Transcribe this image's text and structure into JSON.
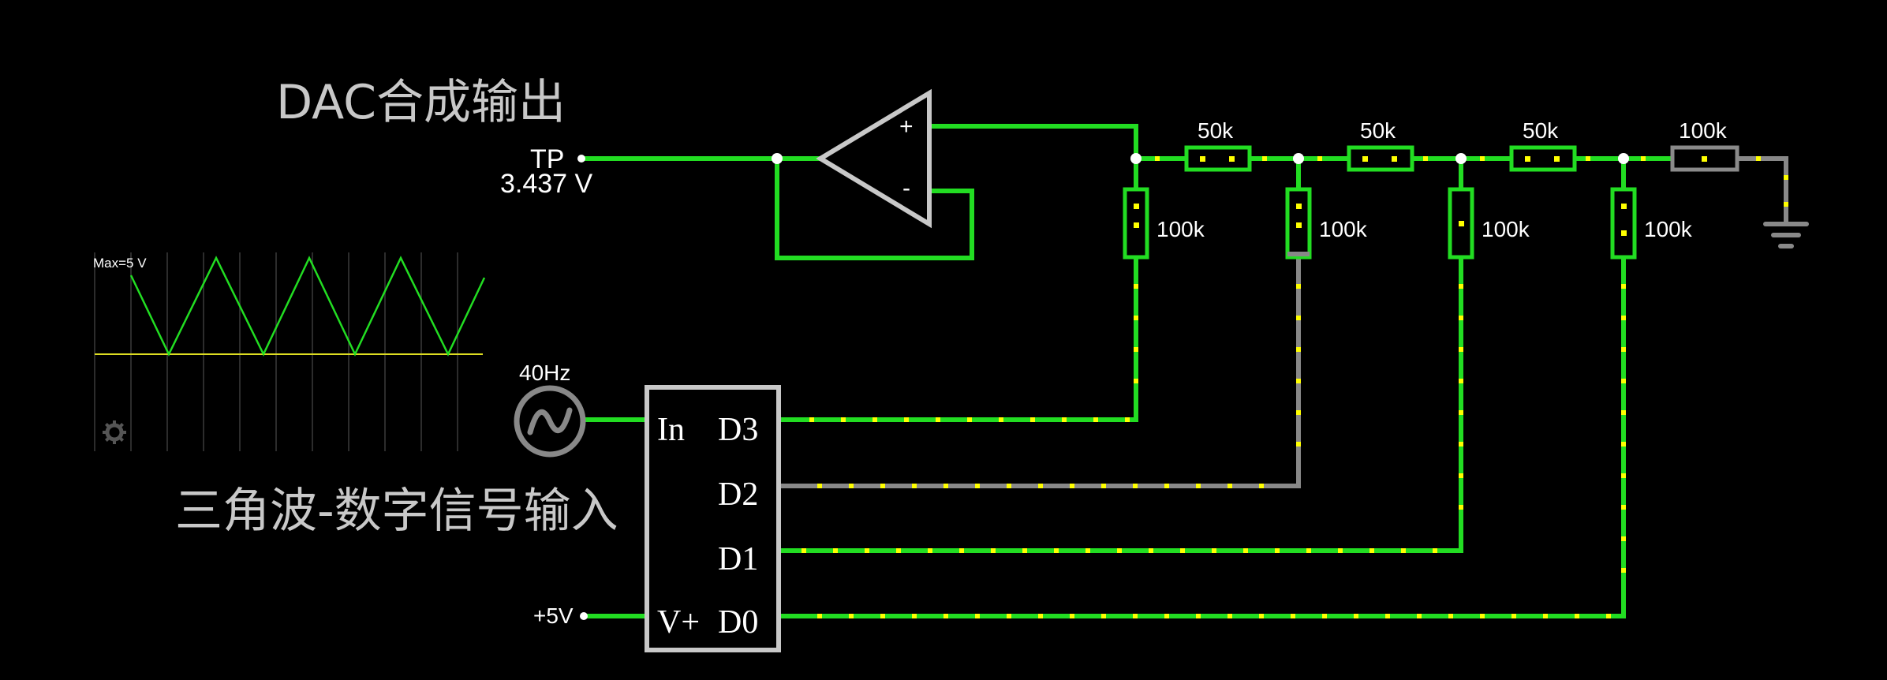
{
  "titles": {
    "dac_output": "DAC合成输出",
    "digital_input": "三角波-数字信号输入"
  },
  "probe": {
    "label": "TP",
    "voltage": "3.437 V"
  },
  "opamp": {
    "plus": "+",
    "minus": "-"
  },
  "source": {
    "frequency": "40Hz"
  },
  "supply": {
    "label": "+5V"
  },
  "chip": {
    "in_pin": "In",
    "vplus_pin": "V+",
    "d3": "D3",
    "d2": "D2",
    "d1": "D1",
    "d0": "D0"
  },
  "resistors": {
    "series_1": "50k",
    "series_2": "50k",
    "series_3": "50k",
    "series_4": "100k",
    "shunt_1": "100k",
    "shunt_2": "100k",
    "shunt_3": "100k",
    "shunt_4": "100k"
  },
  "scope": {
    "max_label": "Max=5 V"
  },
  "colors": {
    "background": "#000000",
    "wire_active": "#22dd22",
    "wire_inactive": "#888888",
    "current_dot": "#ffff00",
    "component": "#c8c8c8",
    "node": "#ffffff",
    "trace": "#22dd22",
    "baseline": "#dddd22"
  },
  "icons": {
    "ground": "ground-icon",
    "ac_source": "sine-source-icon",
    "scope_settings": "gear-icon",
    "opamp": "opamp-icon"
  }
}
